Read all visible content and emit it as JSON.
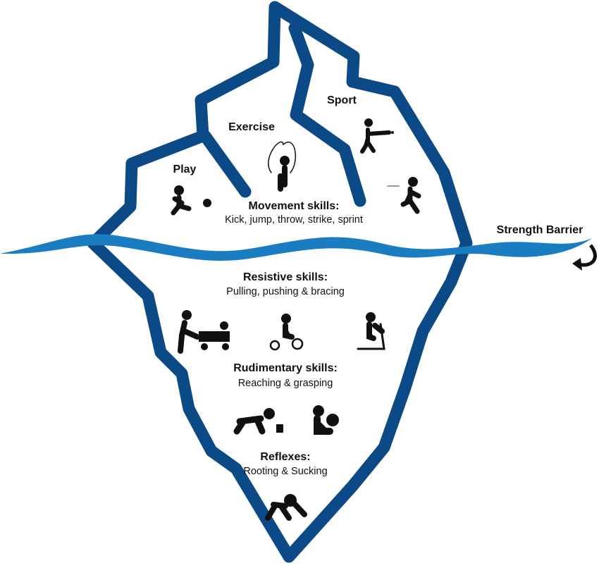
{
  "colors": {
    "outline": "#0b4a86",
    "water": "#1a7cc1",
    "icon": "#111111"
  },
  "above": {
    "play": "Play",
    "exercise": "Exercise",
    "sport": "Sport",
    "movement_title": "Movement skills:",
    "movement_items": "Kick, jump, throw, strike, sprint"
  },
  "barrier": "Strength Barrier",
  "below": {
    "resistive_title": "Resistive skills:",
    "resistive_items": "Pulling, pushing & bracing",
    "rudimentary_title": "Rudimentary skills:",
    "rudimentary_items": "Reaching & grasping",
    "reflexes_title": "Reflexes:",
    "reflexes_items": "Rooting & Sucking"
  }
}
